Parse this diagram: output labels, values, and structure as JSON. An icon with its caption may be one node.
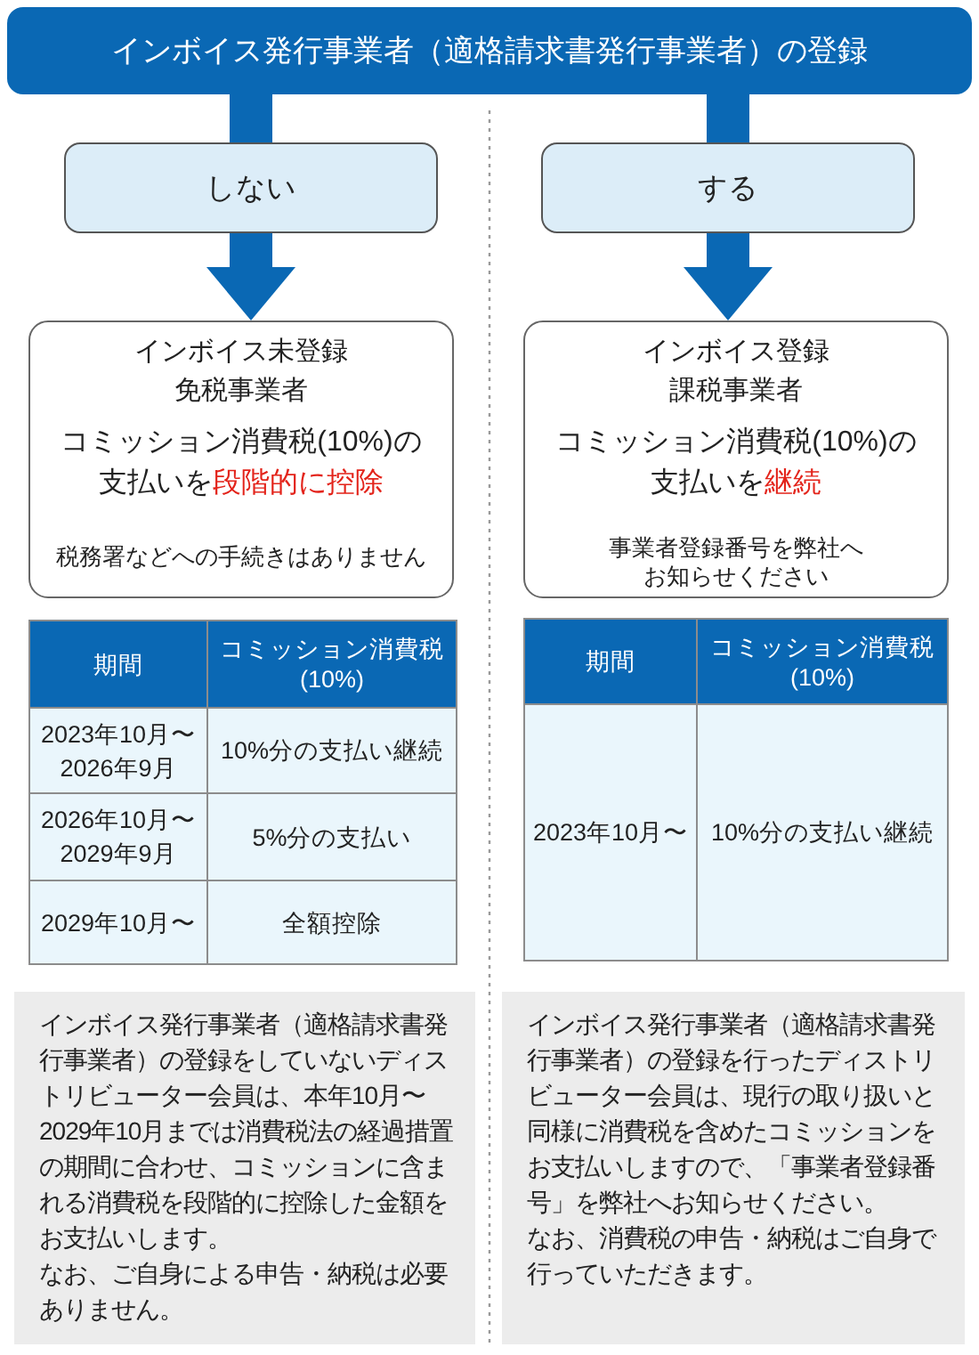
{
  "diagram": {
    "nodes": [
      {
        "text": [
          "インボイス発行事業者（適格請求書発行事業者）の登録"
        ]
      },
      {
        "text": [
          "しない"
        ]
      },
      {
        "text": [
          "する"
        ]
      },
      {
        "text": [
          "インボイス未登録免税事業者",
          "コミッション消費税(10%)の支払いを**段階的に控除**",
          "税務署などへの手続きはありません"
        ]
      },
      {
        "text": [
          "インボイス登録課税事業者",
          "コミッション消費税(10%)の支払いを**継続**",
          "事業者登録番号を弊社へお知らせください"
        ]
      },
      {
        "text": [
          "インボイス発行事業者（適格請求書発行事業者）の登録をしていないディストリビューター会員は、本年10月〜2029年10月までは消費税法の経過措置の期間に合わせ、コミッションに含まれる消費税を段階的に控除した金額をお支払いします。",
          "なお、ご自身による申告・納税は必要ありません。"
        ]
      },
      {
        "text": [
          "インボイス発行事業者（適格請求書発行事業者）の登録を行ったディストリビューター会員は、現行の取り扱いと同様に消費税を含めたコミッションをお支払いしますので、「事業者登録番号」を弊社へお知らせください。",
          "なお、消費税の申告・納税はご自身で行っていただきます。"
        ]
      }
    ],
    "edges": [
      {
        "from": 0,
        "to": 1,
        "arrow": "none"
      },
      {
        "from": 1,
        "to": 3,
        "arrow": "to"
      },
      {
        "from": 0,
        "to": 2,
        "arrow": "none"
      },
      {
        "from": 2,
        "to": 4,
        "arrow": "to"
      }
    ],
    "labels": [
      "期間",
      "コミッション消費税(10%)",
      "2023年10月〜2026年9月",
      "10%分の支払い継続",
      "2026年10月〜2029年9月",
      "5%分の支払い",
      "2029年10月〜",
      "全額控除",
      "期間",
      "コミッション消費税(10%)",
      "2023年10月〜",
      "10%分の支払い継続"
    ]
  }
}
